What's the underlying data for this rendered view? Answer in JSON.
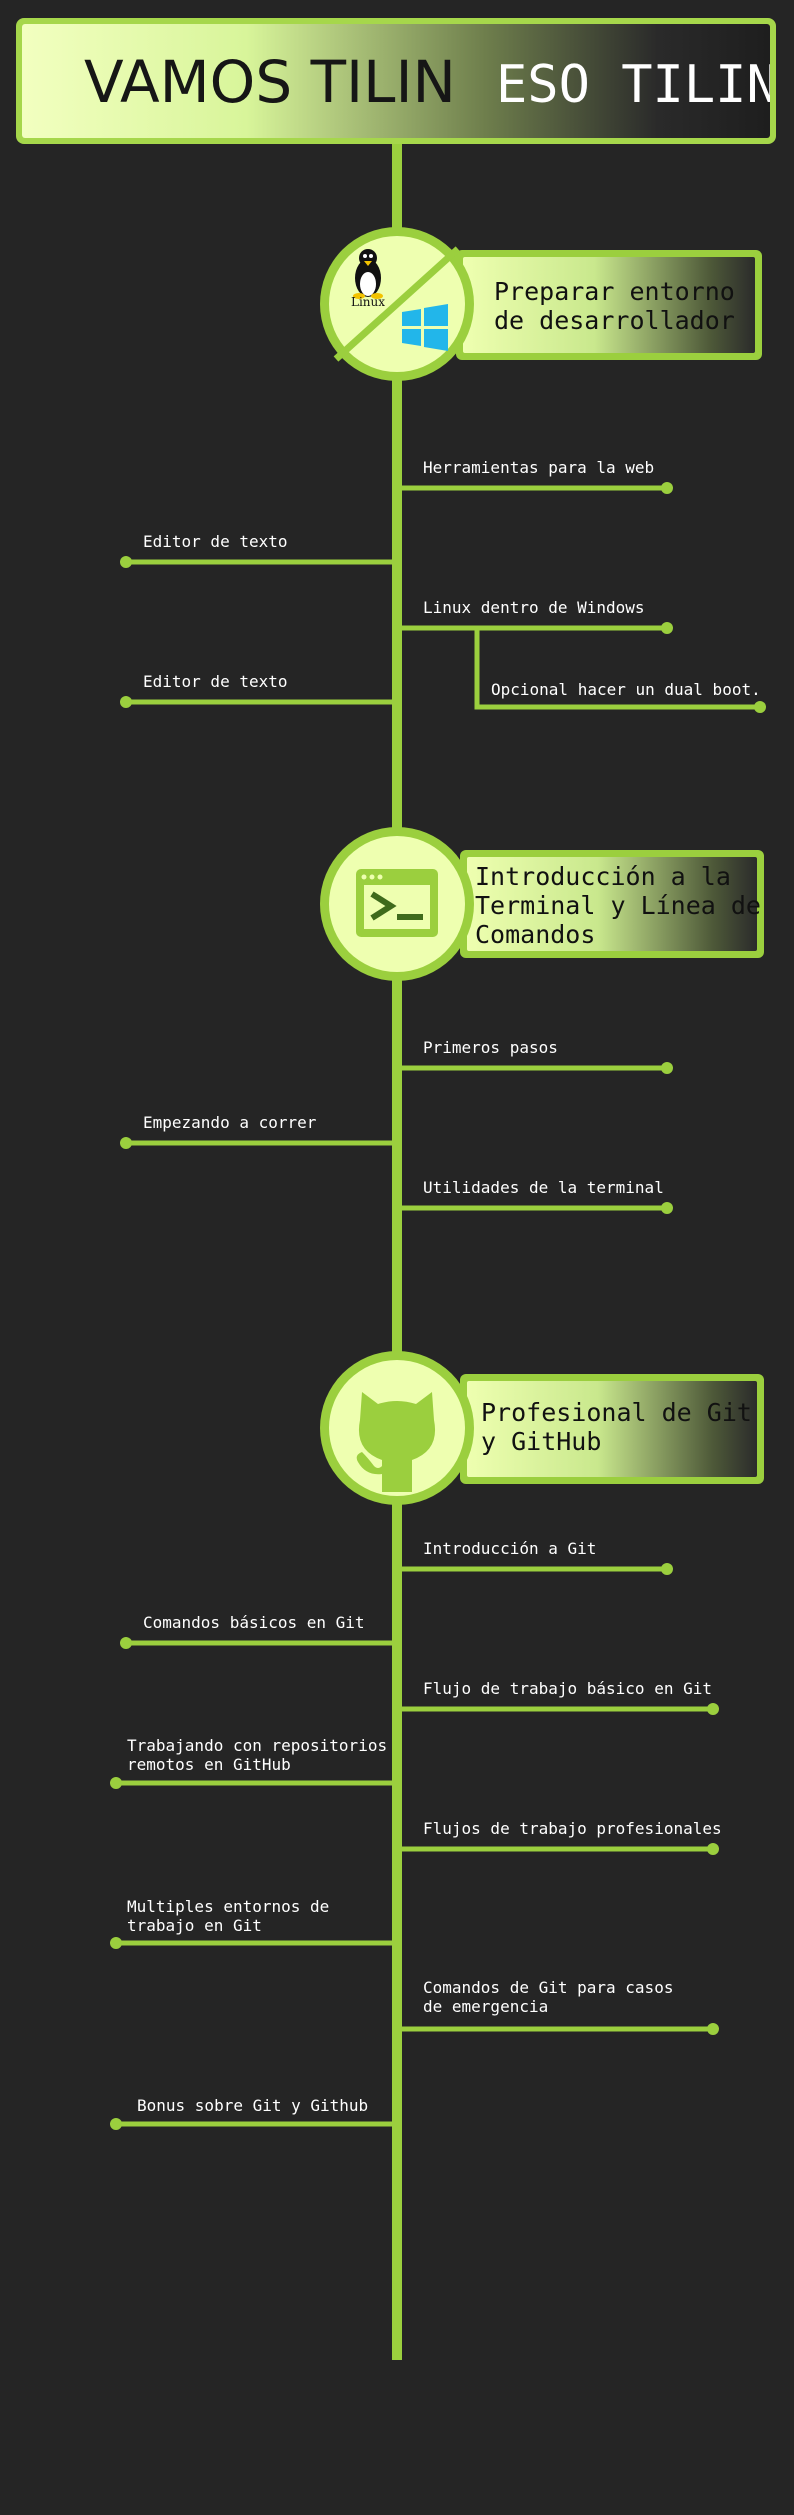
{
  "title": {
    "part1": "VAMOS TILIN",
    "part2": "ESO TILIN"
  },
  "colors": {
    "background": "#252525",
    "accent": "#9bcf3e",
    "pale": "#eeffb0",
    "dark_icon": "#3f6b1c"
  },
  "sections": [
    {
      "heading": [
        "Preparar entorno",
        "de desarrollador"
      ],
      "icon": "linux-windows-icon",
      "linux_label": "Linux",
      "items": [
        {
          "side": "right",
          "text": [
            "Herramientas para la web"
          ]
        },
        {
          "side": "left",
          "text": [
            "Editor de texto"
          ]
        },
        {
          "side": "right",
          "text": [
            "Linux dentro de Windows"
          ]
        },
        {
          "side": "branch",
          "text": [
            "Opcional hacer un dual boot."
          ]
        },
        {
          "side": "left",
          "text": [
            "Editor de texto"
          ]
        }
      ]
    },
    {
      "heading": [
        "Introducción a la",
        "Terminal y Línea de",
        "Comandos"
      ],
      "icon": "terminal-icon",
      "items": [
        {
          "side": "right",
          "text": [
            "Primeros pasos"
          ]
        },
        {
          "side": "left",
          "text": [
            "Empezando a correr"
          ]
        },
        {
          "side": "right",
          "text": [
            "Utilidades de la terminal"
          ]
        }
      ]
    },
    {
      "heading": [
        "Profesional de Git",
        "y GitHub"
      ],
      "icon": "github-icon",
      "items": [
        {
          "side": "right",
          "text": [
            "Introducción a Git"
          ]
        },
        {
          "side": "left",
          "text": [
            "Comandos básicos en Git"
          ]
        },
        {
          "side": "right",
          "text": [
            "Flujo de trabajo básico en Git"
          ]
        },
        {
          "side": "left",
          "text": [
            "Trabajando con repositorios",
            "remotos en GitHub"
          ]
        },
        {
          "side": "right",
          "text": [
            "Flujos de trabajo profesionales"
          ]
        },
        {
          "side": "left",
          "text": [
            "Multiples entornos de",
            "trabajo en Git"
          ]
        },
        {
          "side": "right",
          "text": [
            "Comandos de Git para casos",
            "de emergencia"
          ]
        },
        {
          "side": "left",
          "text": [
            "Bonus sobre Git y Github"
          ]
        }
      ]
    }
  ]
}
